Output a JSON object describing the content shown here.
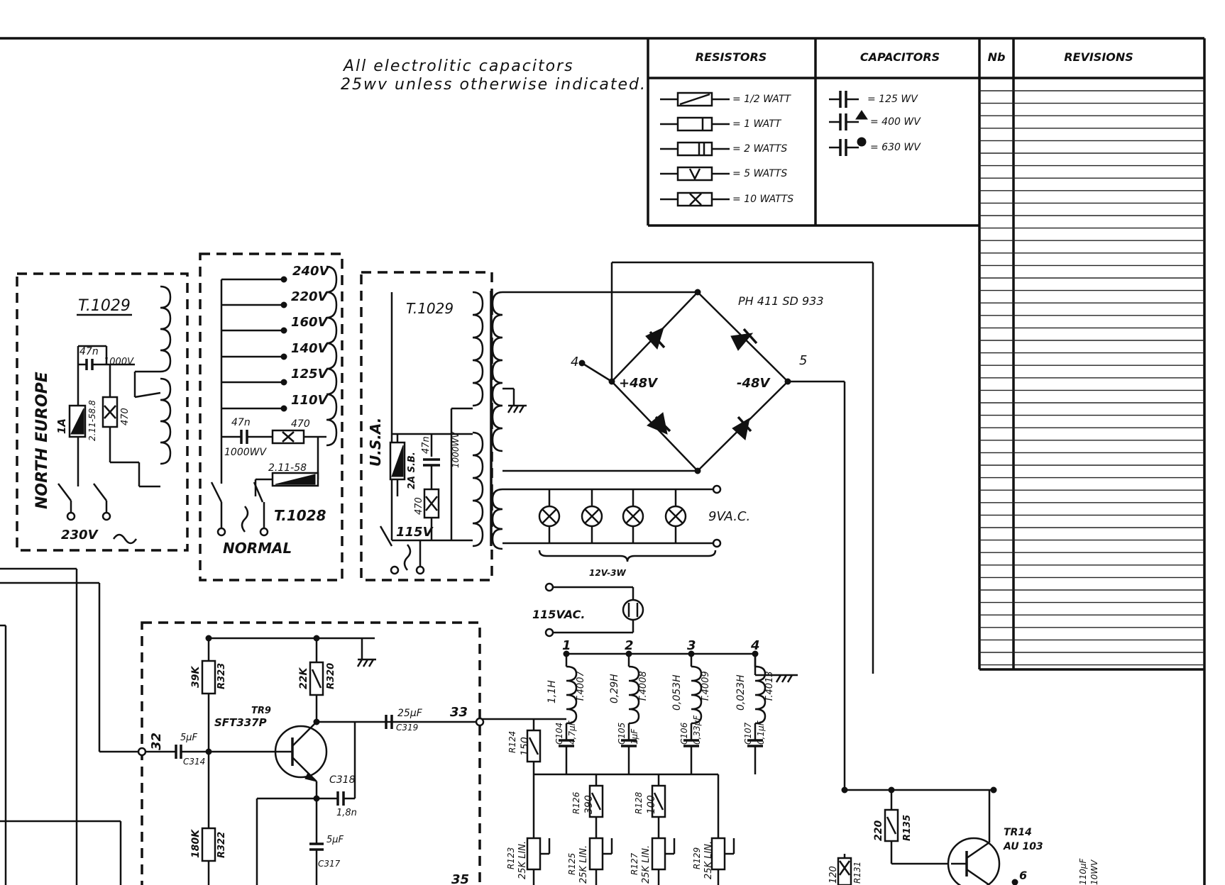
{
  "notes": {
    "line1": "All electrolitic capacitors",
    "line2": "25wv unless otherwise indicated."
  },
  "title_block": {
    "resistors_header": "RESISTORS",
    "capacitors_header": "CAPACITORS",
    "no_header": "Nb",
    "revisions_header": "REVISIONS",
    "resistor_legend": [
      "= 1/2 WATT",
      "= 1 WATT",
      "= 2 WATTS",
      "= 5 WATTS",
      "= 10 WATTS"
    ],
    "capacitor_legend": [
      "= 125 WV",
      "= 400 WV",
      "= 630 WV"
    ]
  },
  "north_europe": {
    "region": "NORTH EUROPE",
    "transformer": "T.1029",
    "cap": "47n",
    "cap_rating": "1000V",
    "fuse": "1A",
    "fuse_type": "2.11-58.8",
    "res": "470",
    "mains": "230V"
  },
  "normal": {
    "taps": [
      "240V",
      "220V",
      "160V",
      "140V",
      "125V",
      "110V"
    ],
    "cap": "47n",
    "cap_rating": "1000WV",
    "res": "470",
    "fuse": "2.11-58",
    "transformer": "T.1028",
    "label": "NORMAL"
  },
  "usa": {
    "region": "U.S.A.",
    "transformer": "T.1029",
    "fuse": "2A S.B.",
    "cap": "47n",
    "cap_rating": "1000WV",
    "res": "470",
    "mains": "115V"
  },
  "bridge": {
    "part": "PH 411  SD 933",
    "plus": "+48V",
    "minus": "-48V",
    "node_left": "4",
    "node_right": "5"
  },
  "lamps": {
    "output": "9VA.C.",
    "rating": "12V-3W"
  },
  "ac_outlet": "115VAC.",
  "filters": {
    "taps": [
      "1",
      "2",
      "3",
      "4"
    ],
    "coils": [
      "1,1H",
      "0,29H",
      "0,053H",
      "0,023H"
    ],
    "coil_parts": [
      "T.4007",
      "T.4008",
      "T.4009",
      "T.4013"
    ],
    "caps": [
      "C104",
      "C105",
      "C106",
      "C107"
    ],
    "cap_values": [
      "4,7µF",
      "1µF",
      "0,33µF",
      "0,1µF"
    ],
    "trimmers": [
      "R125",
      "R127",
      "R129"
    ],
    "trimmer_values": [
      "25K LIN.",
      "25K LIN.",
      "25K LIN."
    ],
    "r123": "R123",
    "r123_value": "25K LIN.",
    "fixed": [
      "R126",
      "R128"
    ],
    "fixed_values": [
      "390",
      "100"
    ],
    "r124": "R124",
    "r124_value": "150"
  },
  "preamp": {
    "node_in": "32",
    "node_out": "33",
    "node_bottom": "35",
    "r323": "R323",
    "r323_value": "39K",
    "r322": "R322",
    "r322_value": "180K",
    "r320": "R320",
    "r320_value": "22K",
    "transistor": "TR9",
    "transistor_type": "SFT337P",
    "c314": "C314",
    "c314_value": "5µF",
    "c319": "C319",
    "c319_value": "25µF",
    "c318": "C318",
    "c318_value": "1,8n",
    "c317": "C317",
    "c317_value": "5µF"
  },
  "output_stage": {
    "transistor": "TR14",
    "transistor_type": "AU 103",
    "r135": "R135",
    "r135_value": "220",
    "r131": "R131",
    "r131_value": "120",
    "cap_value": "110µF",
    "cap_rating": "10WV",
    "node": "6"
  }
}
